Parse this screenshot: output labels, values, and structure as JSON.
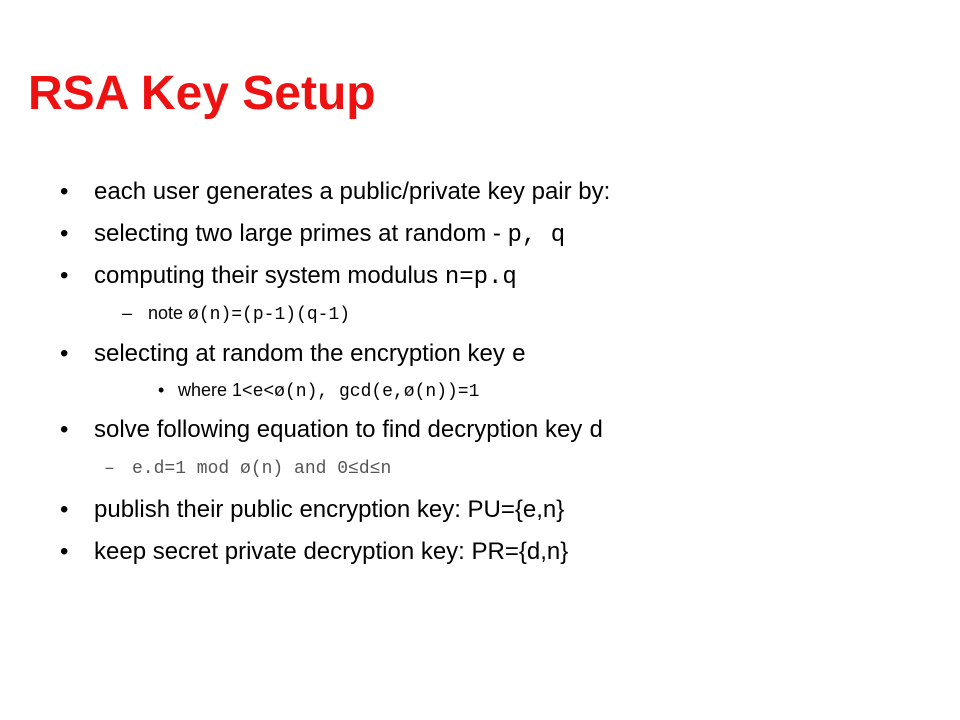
{
  "title": "RSA Key Setup",
  "bullets": {
    "b1": "each user generates a public/private key pair by:",
    "b2_text": "selecting two large primes at random - ",
    "b2_code": "p, q",
    "b3_text": "computing their system modulus ",
    "b3_code": "n=p.q",
    "b3_sub_text": "note ",
    "b3_sub_code": "ø(n)=(p-1)(q-1)",
    "b4_text": "selecting at random the encryption key ",
    "b4_code": "e",
    "b4_sub_text": "where 1<",
    "b4_sub_code": "e<ø(n), gcd(e,ø(n))=1",
    "b5_text": "solve following equation to find decryption key ",
    "b5_code": "d",
    "b5_sub_code": "e.d=1 mod ø(n) and 0≤d≤n",
    "b6": "publish their public encryption key: PU={e,n}",
    "b7": "keep secret private decryption key: PR={d,n}"
  },
  "markers": {
    "bullet": "•",
    "dash": "–"
  },
  "colors": {
    "title": "#ee1111",
    "text": "#000000"
  }
}
